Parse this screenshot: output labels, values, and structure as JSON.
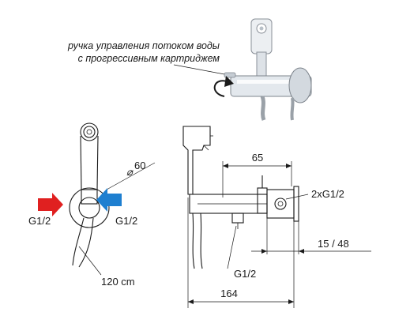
{
  "caption": {
    "line1": "ручка управления потоком воды",
    "line2": "с прогрессивным картриджем"
  },
  "front_view": {
    "inlet_left": "G1/2",
    "inlet_right": "G1/2",
    "diameter": "60",
    "hose_length": "120 cm",
    "arrow_left_color": "#e02020",
    "arrow_right_color": "#1e7fd0"
  },
  "side_view": {
    "dim_top": "65",
    "dim_connection": "2xG1/2",
    "dim_right": "15 / 48",
    "dim_outlet": "G1/2",
    "dim_total": "164"
  },
  "icons": [
    "rotation-arrow-icon",
    "flow-arrow-icon"
  ]
}
